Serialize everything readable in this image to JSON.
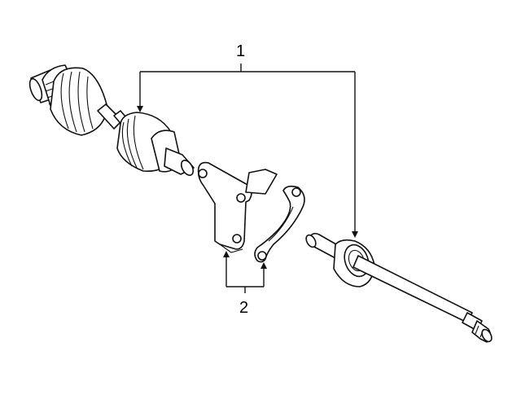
{
  "diagram": {
    "type": "exploded-parts-diagram",
    "subject": "drive axle / half shaft assembly",
    "background": "#ffffff",
    "line_color": "#111111",
    "callouts": [
      {
        "id": "callout-1",
        "label": "1",
        "targets": [
          "inner-cv-joint-boot",
          "intermediate-shaft-bearing"
        ]
      },
      {
        "id": "callout-2",
        "label": "2",
        "targets": [
          "support-bracket",
          "bearing-retainer-cap"
        ]
      }
    ],
    "parts": [
      {
        "name": "outer-cv-joint"
      },
      {
        "name": "inner-cv-joint-boot"
      },
      {
        "name": "support-bracket"
      },
      {
        "name": "bearing-retainer-cap"
      },
      {
        "name": "intermediate-shaft"
      }
    ]
  }
}
